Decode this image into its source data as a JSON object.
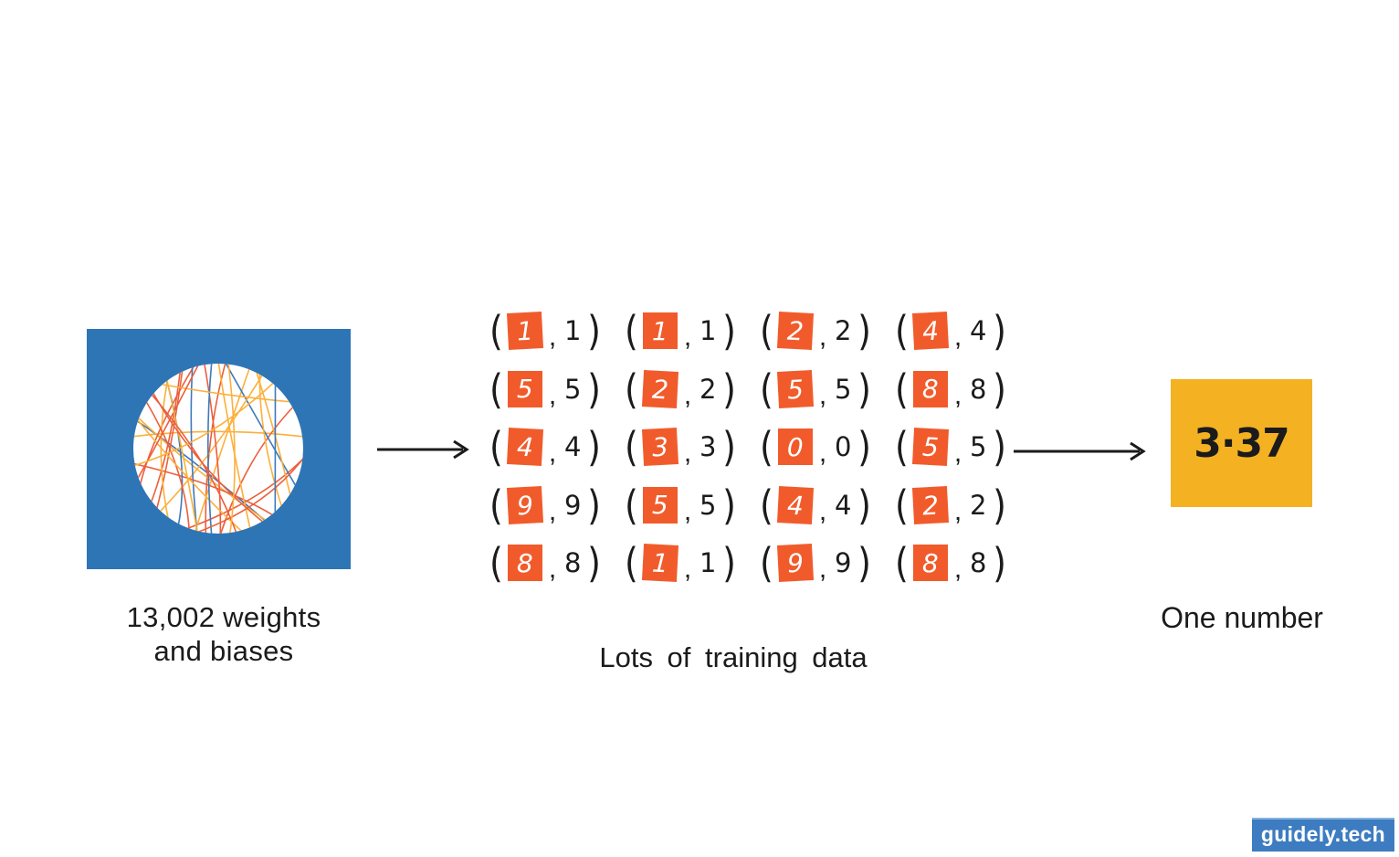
{
  "colors": {
    "blue": "#2E75B6",
    "orange": "#F15B2B",
    "yellow": "#F4B223",
    "ink": "#1B1B1B",
    "watermark_blue": "#3D7CC0",
    "line_orange": "#EC5F3B",
    "line_yellow": "#FBB03B",
    "line_blue": "#3E79BC"
  },
  "network": {
    "label_line1": "13,002 weights",
    "label_line2": "and biases"
  },
  "training": {
    "caption": "Lots of training data",
    "rows": [
      [
        "1",
        "1",
        "2",
        "4"
      ],
      [
        "5",
        "2",
        "5",
        "8"
      ],
      [
        "4",
        "3",
        "0",
        "5"
      ],
      [
        "9",
        "5",
        "4",
        "2"
      ],
      [
        "8",
        "1",
        "9",
        "8"
      ]
    ]
  },
  "output": {
    "value": "3·37",
    "label": "One number"
  },
  "watermark": {
    "text": "guidely.tech"
  }
}
